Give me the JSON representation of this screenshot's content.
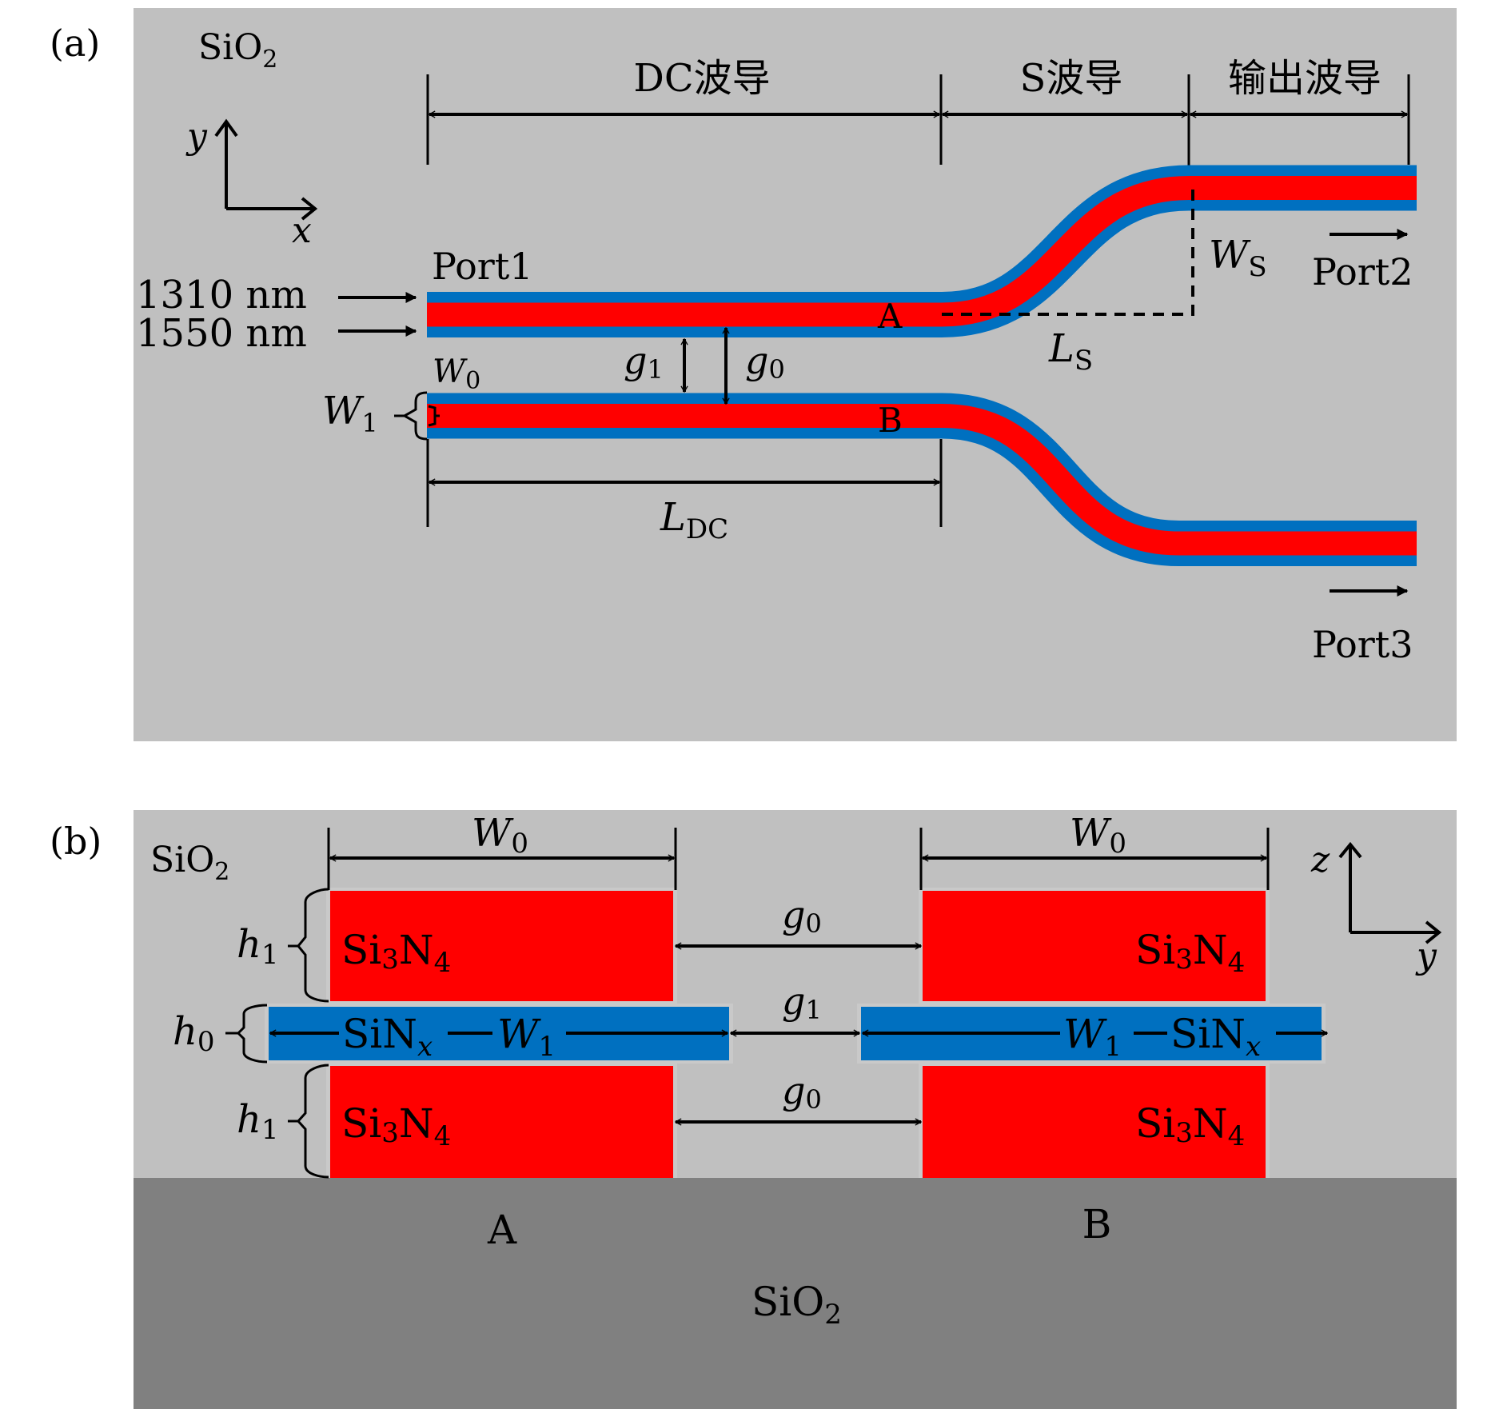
{
  "colors": {
    "background": "#ffffff",
    "cladding": "#c0c0c0",
    "halo": "#c9c9c9",
    "substrate": "#808080",
    "si3n4": "#ff0000",
    "sinx": "#0070c0",
    "ink": "#000000"
  },
  "panel_a": {
    "label": "(a)",
    "material": {
      "base": "SiO",
      "sub": "2"
    },
    "axes": {
      "vertical": "y",
      "horizontal": "x"
    },
    "sections": [
      "DC波导",
      "S波导",
      "输出波导"
    ],
    "inputs": [
      "1310 nm",
      "1550 nm"
    ],
    "ports": {
      "input": "Port1",
      "through": "Port2",
      "cross": "Port3"
    },
    "waveguide_labels": {
      "upper": "A",
      "lower": "B"
    },
    "dims": {
      "g1": {
        "base": "g",
        "sub": "1"
      },
      "g0": {
        "base": "g",
        "sub": "0"
      },
      "W0": {
        "base": "W",
        "sub": "0"
      },
      "W1": {
        "base": "W",
        "sub": "1"
      },
      "Ws": {
        "base": "W",
        "sub": "S"
      },
      "Ls": {
        "base": "L",
        "sub": "S"
      },
      "Ldc": {
        "base": "L",
        "sub": "DC"
      }
    }
  },
  "panel_b": {
    "label": "(b)",
    "material_top": {
      "base": "SiO",
      "sub": "2"
    },
    "material_bottom": {
      "base": "SiO",
      "sub": "2"
    },
    "axes": {
      "vertical": "z",
      "horizontal": "y"
    },
    "si3n4": {
      "base": "Si",
      "sub1": "3",
      "mid": "N",
      "sub2": "4"
    },
    "sinx": {
      "base": "SiN",
      "sub": "x"
    },
    "dims": {
      "W0": {
        "base": "W",
        "sub": "0"
      },
      "W1": {
        "base": "W",
        "sub": "1"
      },
      "g0": {
        "base": "g",
        "sub": "0"
      },
      "g1": {
        "base": "g",
        "sub": "1"
      },
      "h0": {
        "base": "h",
        "sub": "0"
      },
      "h1": {
        "base": "h",
        "sub": "1"
      }
    },
    "waveguide_labels": {
      "left": "A",
      "right": "B"
    }
  }
}
